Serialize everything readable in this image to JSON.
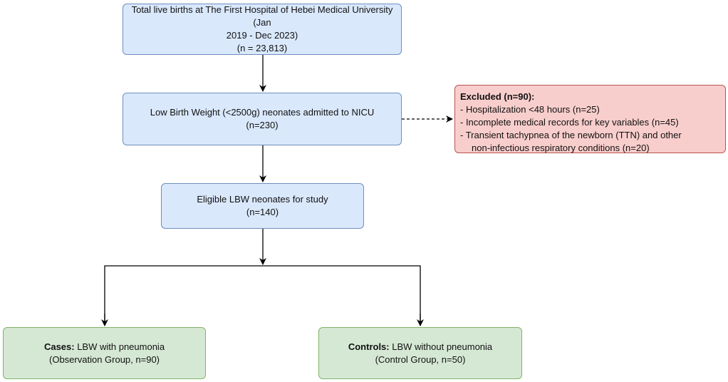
{
  "total_births": {
    "line1": "Total live births at The First Hospital of Hebei Medical University (Jan",
    "line2": "2019 - Dec 2023)",
    "line3": "(n = 23,813)"
  },
  "lbw_admitted": {
    "line1": "Low Birth Weight (<2500g) neonates admitted to NICU",
    "line2": "(n=230)"
  },
  "eligible": {
    "line1": "Eligible LBW neonates for study",
    "line2": "(n=140)"
  },
  "excluded": {
    "title": "Excluded (n=90):",
    "items": [
      "- Hospitalization <48 hours (n=25)",
      "- Incomplete medical records for key variables (n=45)",
      "- Transient tachypnea of the newborn (TTN) and other",
      "non-infectious respiratory conditions (n=20)"
    ]
  },
  "cases": {
    "bold": "Cases:",
    "rest": " LBW with pneumonia",
    "line2": "(Observation Group, n=90)"
  },
  "controls": {
    "bold": "Controls:",
    "rest": " LBW without pneumonia",
    "line2": "(Control Group, n=50)"
  }
}
